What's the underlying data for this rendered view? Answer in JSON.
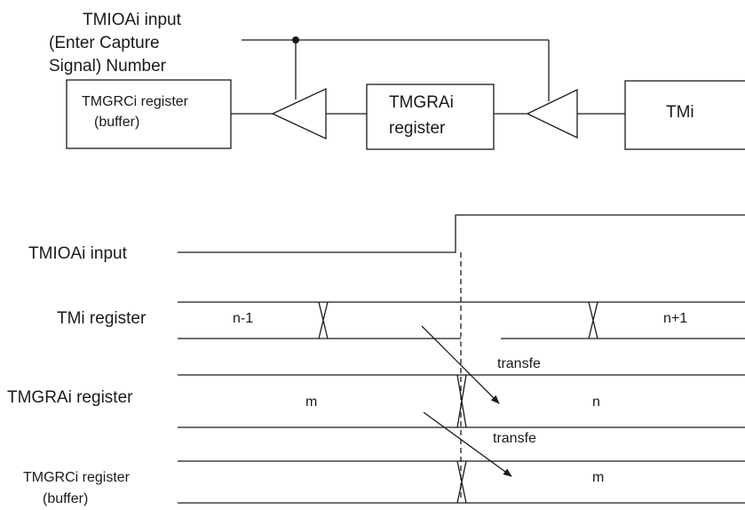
{
  "block_diagram": {
    "input_label_lines": [
      "TMIOAi input",
      "(Enter Capture",
      "Signal) Number"
    ],
    "tmgrci_box_lines": [
      "TMGRCi register",
      "(buffer)"
    ],
    "tmgrai_box_lines": [
      "TMGRAi",
      "register"
    ],
    "tmi_box_label": "TMi"
  },
  "timing_diagram": {
    "signal_labels": {
      "tmioai": "TMIOAi input",
      "tmi": "TMi register",
      "tmgrai": "TMGRAi register",
      "tmgrci_lines": [
        "TMGRCi register",
        "(buffer)"
      ]
    },
    "tmi_values": [
      "n-1",
      "n+1"
    ],
    "tmgrai_values": [
      "m",
      "n"
    ],
    "tmgrci_values": [
      "m"
    ],
    "transfer_labels": [
      "transfe",
      "transfe"
    ]
  }
}
